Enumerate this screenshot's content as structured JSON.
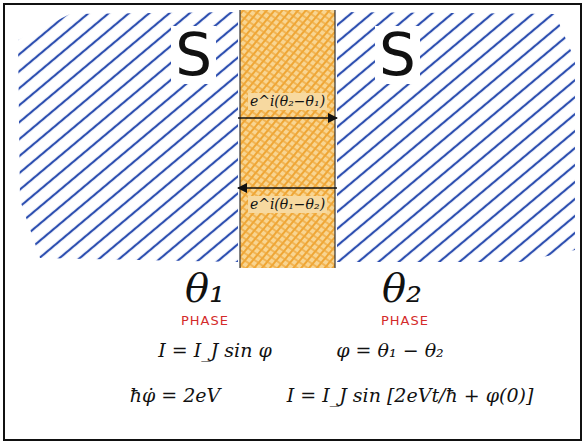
{
  "diagram": {
    "nodes": [
      {
        "text": [
          "S"
        ]
      },
      {
        "text": [
          "S"
        ]
      }
    ],
    "edges": [
      {
        "from": 0,
        "to": 1,
        "arrow": "to",
        "label": "e^i(θ₂−θ₁)"
      },
      {
        "from": 1,
        "to": 0,
        "arrow": "to",
        "label": "e^i(θ₁−θ₂)"
      }
    ],
    "labels": [
      "θ₁",
      "PHASE",
      "θ₂",
      "PHASE",
      "I = I_J sin φ",
      "φ = θ₁ − θ₂",
      "ħφ̇ = 2eV",
      "I = I_J sin [2eVt/ħ + φ(0)]"
    ]
  }
}
